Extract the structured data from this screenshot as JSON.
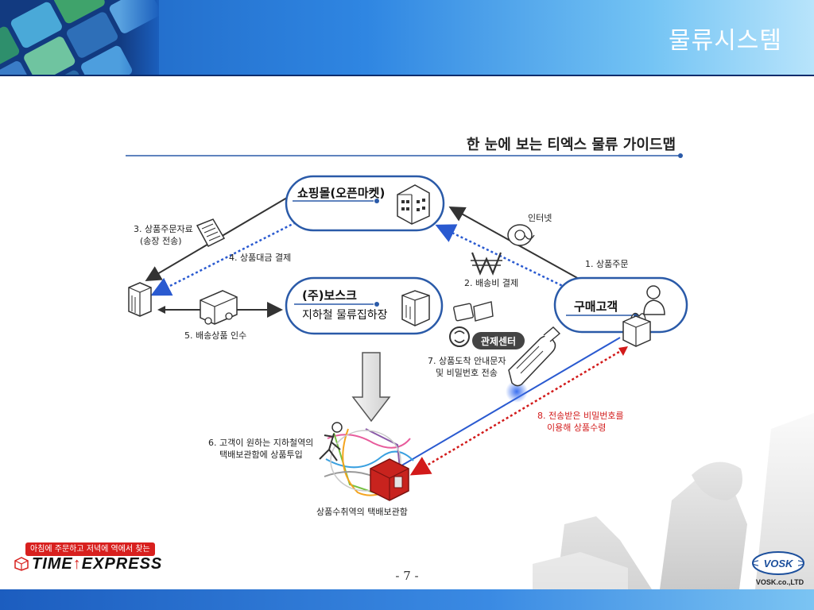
{
  "slide": {
    "title": "물류시스템",
    "page_number": "- 7 -"
  },
  "diagram": {
    "heading": "한 눈에 보는 티엑스 물류 가이드맵",
    "nodes": {
      "shopping_mall": "쇼핑몰(오픈마켓)",
      "vosk_company": "(주)보스크",
      "vosk_warehouse": "지하철 물류집하장",
      "customer": "구매고객",
      "control_center": "관제센터"
    },
    "labels": {
      "internet": "인터넷",
      "step1": "1. 상품주문",
      "step2": "2. 배송비 결제",
      "step3_line1": "3. 상품주문자료",
      "step3_line2": "(송장 전송)",
      "step4": "4. 상품대금 결제",
      "step5": "5. 배송상품 인수",
      "step6_line1": "6. 고객이 원하는 지하철역의",
      "step6_line2": "택배보관함에 상품투입",
      "step7_line1": "7. 상품도착 안내문자",
      "step7_line2": "및 비밀번호 전송",
      "step8_line1": "8. 전송받은 비밀번호를",
      "step8_line2": "이용해 상품수령",
      "locker": "상품수취역의 택배보관함"
    }
  },
  "logo": {
    "tagline": "아침에 주문하고 저녁에 역에서 찾는",
    "word_time": "TIME",
    "arrow": "↑",
    "word_express": "EXPRESS"
  },
  "brand": {
    "mark": "VOSK",
    "caption": "VOSK.co.,LTD"
  },
  "colors": {
    "header_blue": "#1b5fbd",
    "node_border": "#2a5aa8",
    "dotted_blue": "#2a5ad0",
    "dotted_red": "#d21a1a",
    "locker_red": "#c8231e"
  }
}
